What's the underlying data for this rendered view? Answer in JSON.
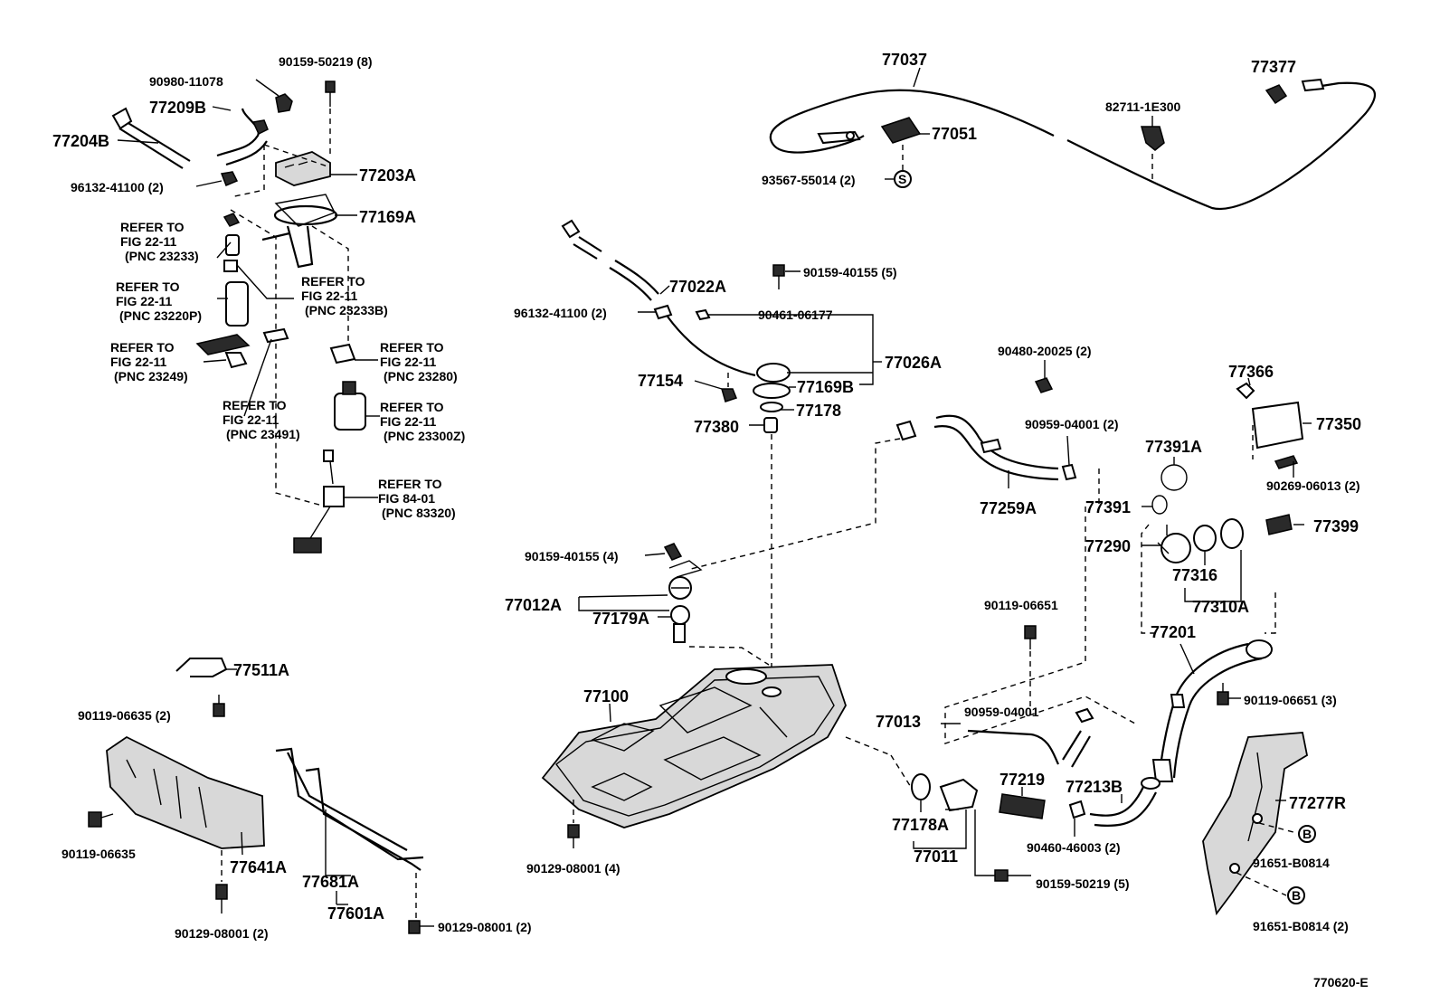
{
  "diagram": {
    "figure_code": "770620-E",
    "refer": {
      "line1": "REFER TO",
      "fig_22_11": "FIG 22-11",
      "fig_84_01": "FIG 84-01",
      "pnc_23233": "(PNC 23233)",
      "pnc_23233b": "(PNC 23233B)",
      "pnc_23220p": "(PNC 23220P)",
      "pnc_23249": "(PNC 23249)",
      "pnc_23280": "(PNC 23280)",
      "pnc_23491": "(PNC 23491)",
      "pnc_23300z": "(PNC 23300Z)",
      "pnc_83320": "(PNC 83320)"
    },
    "callouts": {
      "s_symbol": "S",
      "b_symbol": "B"
    },
    "parts": {
      "p90159_50219_8": "90159-50219 (8)",
      "p90980_11078": "90980-11078",
      "p77209b": "77209B",
      "p77204b": "77204B",
      "p77203a": "77203A",
      "p96132_41100_2a": "96132-41100 (2)",
      "p77169a": "77169A",
      "p77037": "77037",
      "p77377": "77377",
      "p82711_1e300": "82711-1E300",
      "p77051": "77051",
      "p93567_55014_2": "93567-55014 (2)",
      "p90159_40155_5": "90159-40155 (5)",
      "p77022a": "77022A",
      "p96132_41100_2b": "96132-41100 (2)",
      "p90461_06177": "90461-06177",
      "p77026a": "77026A",
      "p77154": "77154",
      "p77169b": "77169B",
      "p77178": "77178",
      "p77380": "77380",
      "p90480_20025_2": "90480-20025 (2)",
      "p90959_04001_2": "90959-04001 (2)",
      "p77259a": "77259A",
      "p77366": "77366",
      "p77350": "77350",
      "p90269_06013_2": "90269-06013 (2)",
      "p77391a": "77391A",
      "p77391": "77391",
      "p77290": "77290",
      "p77316": "77316",
      "p77310a": "77310A",
      "p77399": "77399",
      "p90159_40155_4": "90159-40155 (4)",
      "p77012a": "77012A",
      "p77179a": "77179A",
      "p90119_06651": "90119-06651",
      "p77201": "77201",
      "p90119_06651_3": "90119-06651 (3)",
      "p77511a": "77511A",
      "p90119_06635_2": "90119-06635 (2)",
      "p77100": "77100",
      "p77013": "77013",
      "p90959_04001": "90959-04001",
      "p77277r": "77277R",
      "p90119_06635": "90119-06635",
      "p77641a": "77641A",
      "p77681a": "77681A",
      "p77601a": "77601A",
      "p90129_08001_2a": "90129-08001 (2)",
      "p90129_08001_2b": "90129-08001 (2)",
      "p90129_08001_4": "90129-08001 (4)",
      "p77219": "77219",
      "p77213b": "77213B",
      "p77178a": "77178A",
      "p77011": "77011",
      "p90460_46003_2": "90460-46003 (2)",
      "p90159_50219_5": "90159-50219 (5)",
      "p91651_b0814": "91651-B0814",
      "p91651_b0814_2": "91651-B0814 (2)"
    }
  }
}
